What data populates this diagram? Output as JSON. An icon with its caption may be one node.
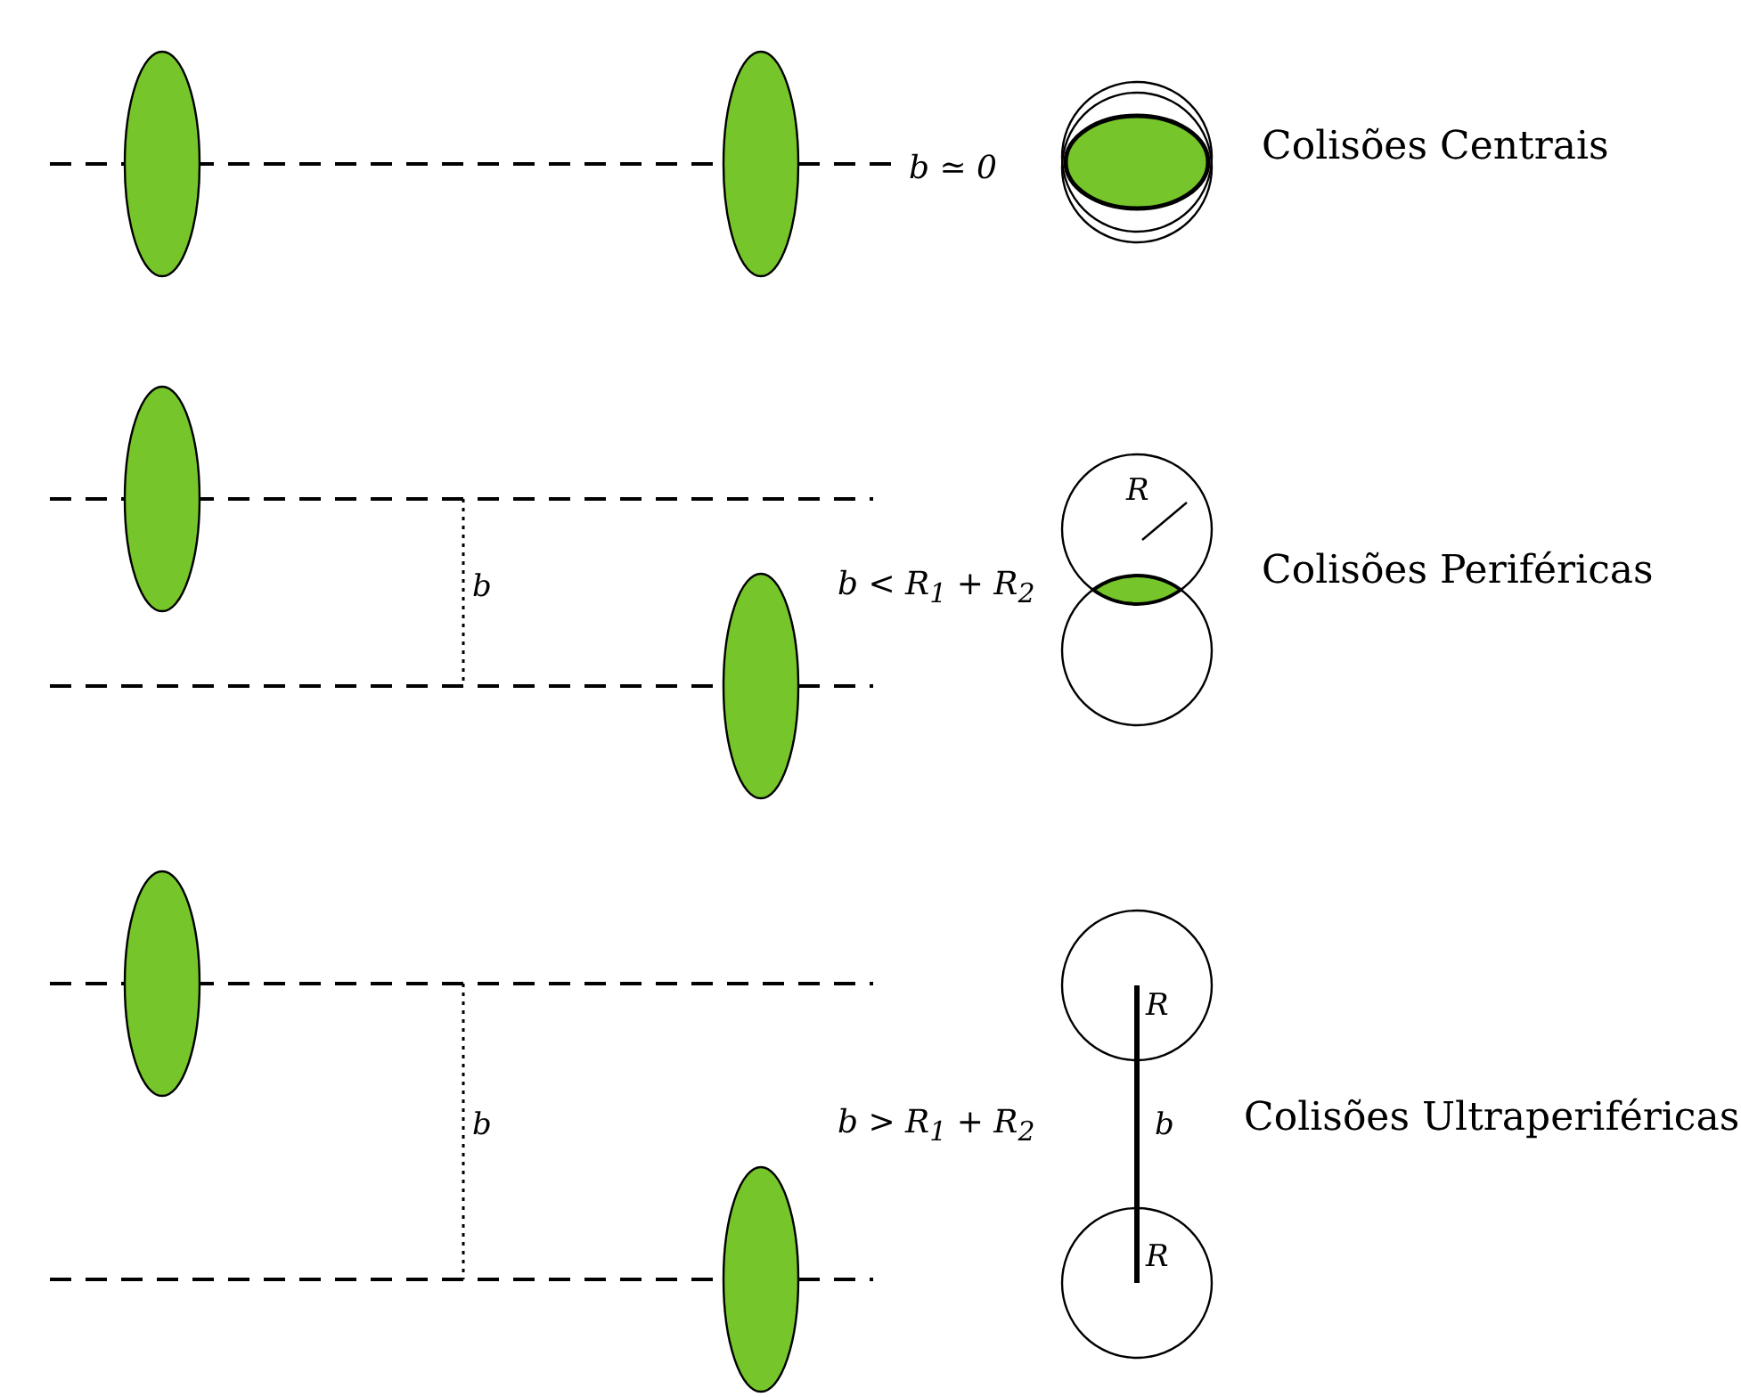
{
  "diagram": {
    "labels": [
      "b ≃ 0",
      "Colisões Centrais",
      "R",
      "b",
      "b < R$_{1}$ + R$_{2}$",
      "Colisões Periféricas",
      "R",
      "b",
      "b > R$_{1}$ + R$_{2}$",
      "b",
      "Colisões Ultraperiféricas",
      "R"
    ]
  }
}
